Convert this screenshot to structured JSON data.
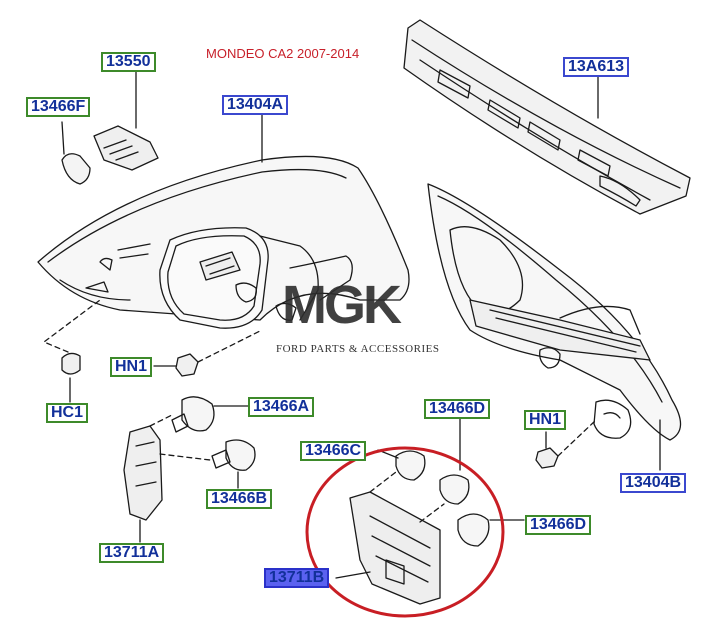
{
  "caption": "MONDEO CA2 2007-2014",
  "watermark": {
    "logo_text": "MGK",
    "subtitle": "FORD PARTS & ACCESSORIES"
  },
  "colors": {
    "green_frame": "#3d8a2a",
    "blue_frame": "#3b48cf",
    "label_text": "#12309a",
    "highlight_fill": "#5a61f0",
    "caption_red": "#c8202a",
    "circle_red": "#c81e24"
  },
  "callouts": {
    "c13550": "13550",
    "c13466F": "13466F",
    "c13404A": "13404A",
    "c13A613": "13A613",
    "cHN1_left": "HN1",
    "cHC1": "HC1",
    "c13466A": "13466A",
    "c13466D_top": "13466D",
    "cHN1_right": "HN1",
    "c13466C": "13466C",
    "c13466B": "13466B",
    "c13404B": "13404B",
    "c13466D_right": "13466D",
    "c13711A": "13711A",
    "c13711B": "13711B"
  }
}
